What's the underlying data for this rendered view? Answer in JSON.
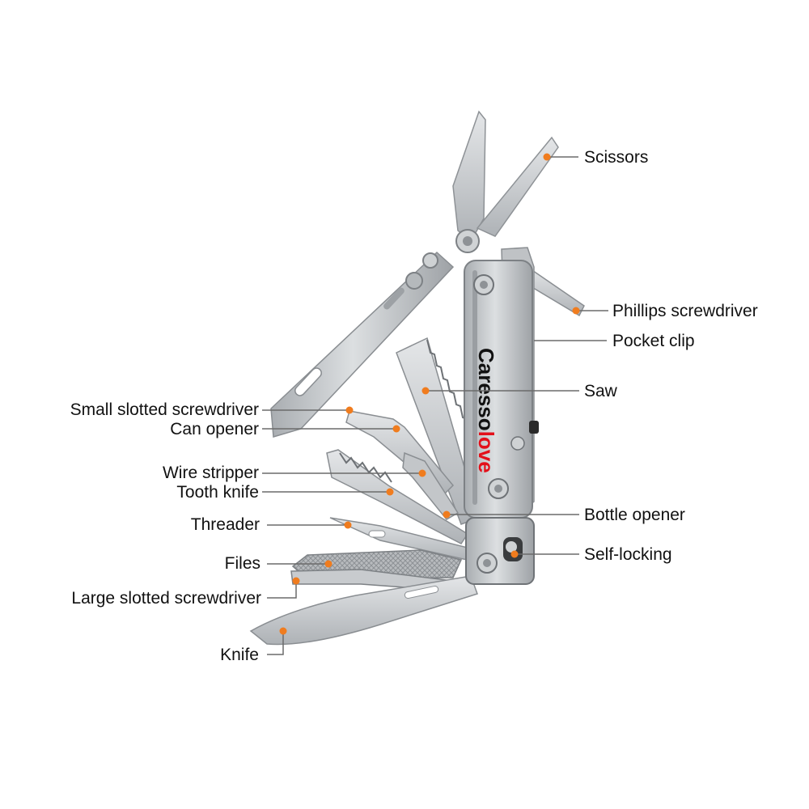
{
  "brand": {
    "text_black": "Caresso",
    "text_red": "love",
    "colors": {
      "black": "#111111",
      "red": "#e3101a"
    }
  },
  "colors": {
    "dot": "#f07c1e",
    "leader": "#6b6b6b",
    "steel_light": "#d7d9db",
    "steel_mid": "#b9bcbf",
    "steel_dark": "#8c9094",
    "background": "#ffffff"
  },
  "labels": {
    "scissors": "Scissors",
    "phillips_screwdriver": "Phillips screwdriver",
    "pocket_clip": "Pocket clip",
    "saw": "Saw",
    "bottle_opener": "Bottle opener",
    "self_locking": "Self-locking",
    "small_slotted_screwdriver": "Small slotted screwdriver",
    "can_opener": "Can opener",
    "wire_stripper": "Wire stripper",
    "tooth_knife": "Tooth knife",
    "threader": "Threader",
    "files": "Files",
    "large_slotted_screwdriver": "Large slotted screwdriver",
    "knife": "Knife"
  }
}
